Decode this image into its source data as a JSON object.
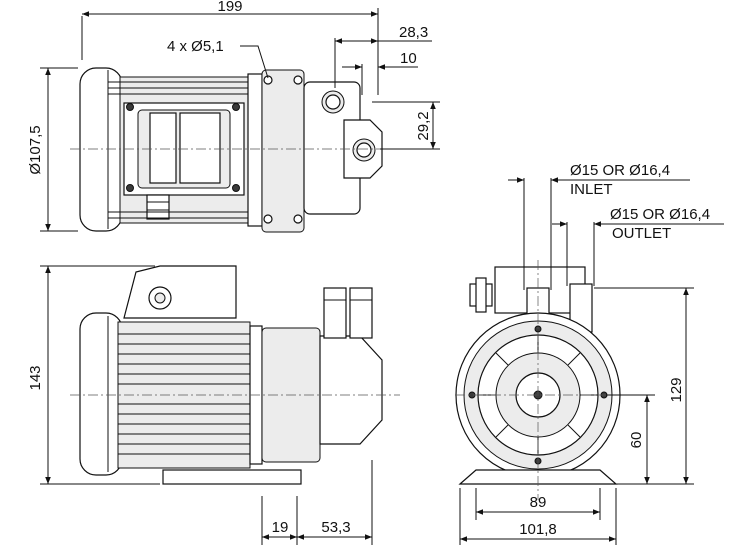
{
  "dimensions": {
    "overall_length": "199",
    "flange_offset": "28,3",
    "port_offset": "10",
    "port_height_top": "29,2",
    "hole_spec": "4 x Ø5,1",
    "motor_diameter": "Ø107,5",
    "total_height": "143",
    "foot_gap": "19",
    "foot_to_flange": "53,3",
    "inlet_spec": "Ø15 OR Ø16,4",
    "inlet_label": "INLET",
    "outlet_spec": "Ø15 OR Ø16,4",
    "outlet_label": "OUTLET",
    "port_height": "129",
    "shaft_height": "60",
    "foot_hole_spacing": "89",
    "foot_width": "101,8"
  }
}
